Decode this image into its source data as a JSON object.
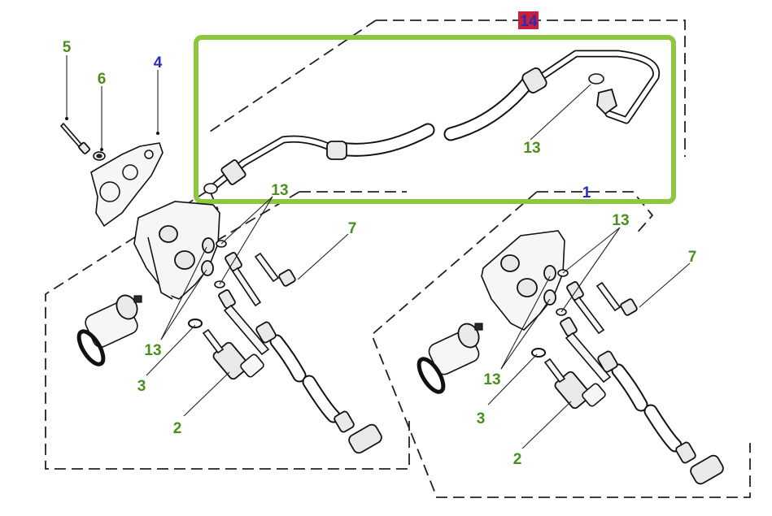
{
  "highlight_color": "#8dc63f",
  "badge_color": "#c8203c",
  "callout_green": "#4a8f1e",
  "callout_blue": "#2b2bb8",
  "callouts": {
    "c14": "14",
    "c5": "5",
    "c6": "6",
    "c4": "4",
    "c13_hose": "13",
    "c13_upper_left": "13",
    "c7_left": "7",
    "c13_lower_left": "13",
    "c3_left": "3",
    "c2_left": "2",
    "c1": "1",
    "c13_upper_right": "13",
    "c7_right": "7",
    "c13_lower_right": "13",
    "c3_right": "3",
    "c2_right": "2"
  }
}
